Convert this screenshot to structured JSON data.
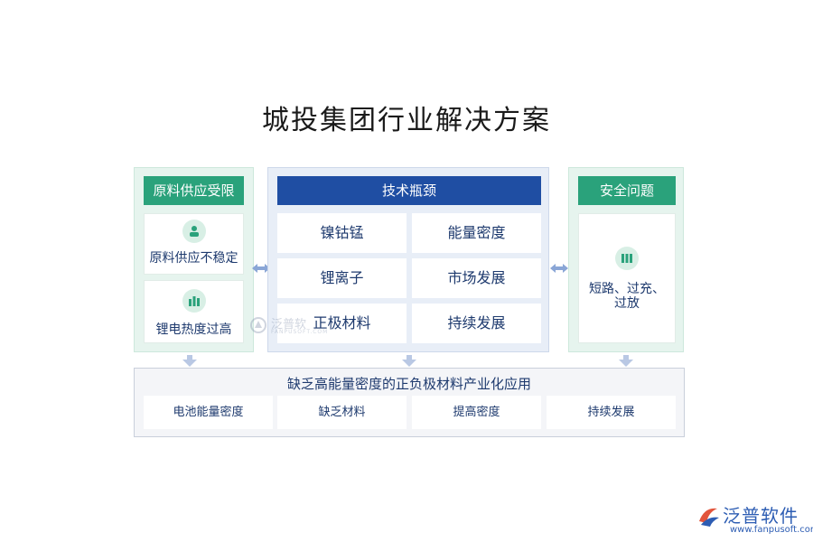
{
  "title": "城投集团行业解决方案",
  "left_panel": {
    "header": "原料供应受限",
    "items": [
      {
        "label": "原料供应不稳定",
        "icon": "person-icon"
      },
      {
        "label": "锂电热度过高",
        "icon": "battery-icon"
      }
    ]
  },
  "middle_panel": {
    "header": "技术瓶颈",
    "cells": [
      "镍钴锰",
      "能量密度",
      "锂离子",
      "市场发展",
      "正极材料",
      "持续发展"
    ]
  },
  "right_panel": {
    "header": "安全问题",
    "item": {
      "label_line1": "短路、过充、",
      "label_line2": "过放",
      "icon": "grid-icon"
    }
  },
  "bottom_panel": {
    "headline": "缺乏高能量密度的正负极材料产业化应用",
    "cells": [
      "电池能量密度",
      "缺乏材料",
      "提高密度",
      "持续发展"
    ]
  },
  "watermark": {
    "text": "泛普软",
    "subtext": "FANPUSOFT.COM"
  },
  "logo": {
    "brand": "泛普软件",
    "url": "www.fanpusoft.com"
  },
  "colors": {
    "green": "#2aa27b",
    "blue": "#1f4ea3",
    "light_green": "#e6f4ee",
    "light_blue": "#e8eef7"
  }
}
